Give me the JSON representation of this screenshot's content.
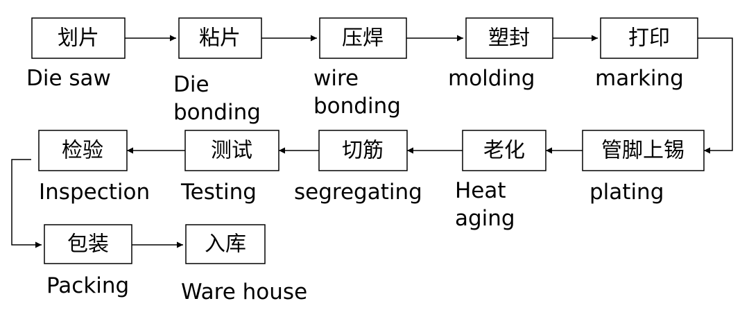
{
  "steps": [
    {
      "zh": "划片",
      "en": [
        "Die saw"
      ]
    },
    {
      "zh": "粘片",
      "en": [
        "Die",
        "bonding"
      ]
    },
    {
      "zh": "压焊",
      "en": [
        "wire",
        "bonding"
      ]
    },
    {
      "zh": "塑封",
      "en": [
        "molding"
      ]
    },
    {
      "zh": "打印",
      "en": [
        "marking"
      ]
    },
    {
      "zh": "管脚上锡",
      "en": [
        "plating"
      ]
    },
    {
      "zh": "老化",
      "en": [
        "Heat",
        "aging"
      ]
    },
    {
      "zh": "切筋",
      "en": [
        "segregating"
      ]
    },
    {
      "zh": "测试",
      "en": [
        "Testing"
      ]
    },
    {
      "zh": "检验",
      "en": [
        "Inspection"
      ]
    },
    {
      "zh": "包装",
      "en": [
        "Packing"
      ]
    },
    {
      "zh": "入库",
      "en": [
        "Ware house"
      ]
    }
  ],
  "colors": {
    "line": "#000000",
    "box_fill": "#ffffff",
    "text": "#000000"
  }
}
